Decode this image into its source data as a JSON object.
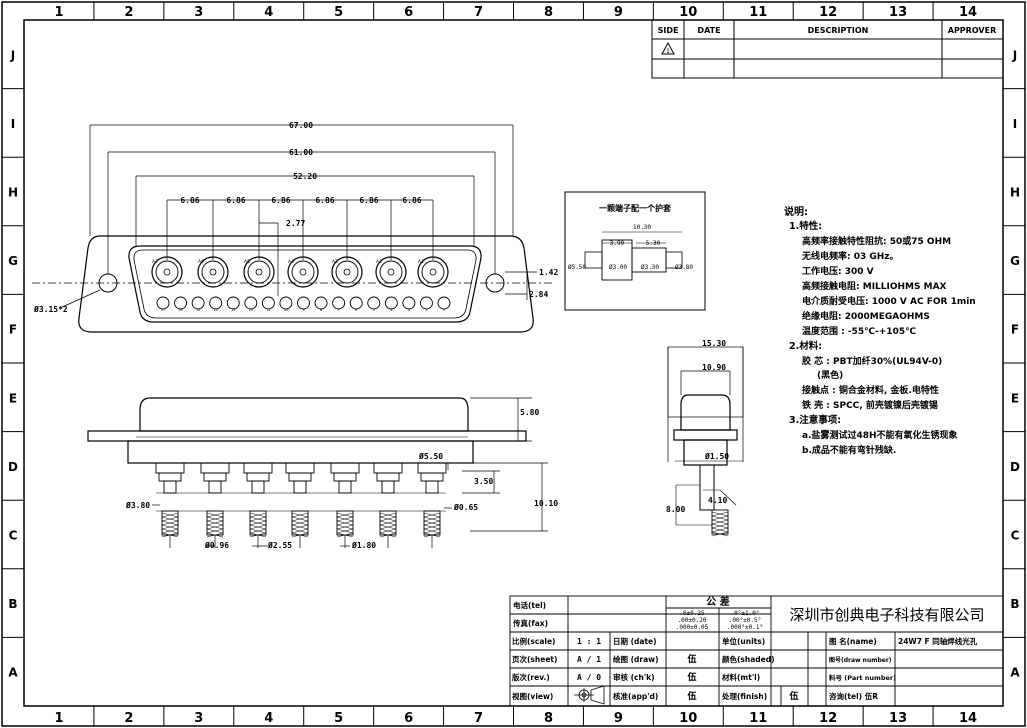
{
  "grid": {
    "cols": [
      "1",
      "2",
      "3",
      "4",
      "5",
      "6",
      "7",
      "8",
      "9",
      "10",
      "11",
      "12",
      "13",
      "14"
    ],
    "rows": [
      "J",
      "I",
      "H",
      "G",
      "F",
      "E",
      "D",
      "C",
      "B",
      "A"
    ]
  },
  "revision_table": {
    "headers": [
      "SIDE",
      "DATE",
      "DESCRIPTION",
      "APPROVER"
    ],
    "rev_symbol": "1"
  },
  "front_view": {
    "dims": {
      "overall": "67.00",
      "mounting": "61.00",
      "shell": "52.20",
      "pitch": [
        "6.86",
        "6.86",
        "6.86",
        "6.86",
        "6.86",
        "6.86"
      ],
      "offset": "2.77",
      "hole": "Ø3.15*2",
      "right_a": "1.42",
      "right_b": "2.84"
    },
    "coax_labels": [
      "A7",
      "A6",
      "A5",
      "A4",
      "A3",
      "A2",
      "A1"
    ],
    "signal_labels": [
      "17",
      "16",
      "15",
      "14",
      "13",
      "12",
      "11",
      "10",
      "9",
      "8",
      "7",
      "6",
      "5",
      "4",
      "3",
      "2",
      "1"
    ]
  },
  "side_view": {
    "dims": {
      "height": "5.80",
      "coax_dia": "Ø5.50",
      "pin_len": "3.50",
      "total": "10.10",
      "d1": "Ø3.80",
      "d2": "Ø0.65",
      "d3": "Ø0.96",
      "d4": "Ø2.55",
      "d5": "Ø1.80"
    }
  },
  "detail_box": {
    "title": "一颗端子配一个护套",
    "dims": {
      "w": "10.30",
      "a": "3.90",
      "b": "5.30",
      "c": "Ø5.50",
      "d": "Ø3.00",
      "e": "Ø3.30",
      "f": "Ø3.80"
    }
  },
  "end_view": {
    "dims": {
      "w1": "15.30",
      "w2": "10.90",
      "dia": "Ø1.50",
      "x": "4.10",
      "y": "8.00"
    }
  },
  "notes": {
    "heading": "说明:",
    "lines": [
      "1.特性:",
      "高频率接触特性阻抗: 50或75 OHM",
      "无线电频率: 03 GHz。",
      "工作电压: 300 V",
      "高频接触电阻: MILLIOHMS MAX",
      "电介质耐受电压: 1000 V AC FOR 1min",
      "绝缘电阻: 2000MEGAOHMS",
      "温度范围 : -55℃-+105℃",
      "2.材料:",
      "胶 芯 : PBT加纤30%(UL94V-0)",
      "(黑色)",
      "接触点 : 铜合金材料, 金板.电特性",
      "铁 壳 : SPCC, 前壳镀镍后壳镀锡",
      "3.注意事项:",
      "a.盐雾测试过48H不能有氧化生锈现象",
      "b.成品不能有弯针残缺."
    ]
  },
  "title_block": {
    "tel_label": "电话(tel)",
    "fax_label": "传真(fax)",
    "tolerance_title": "公 差",
    "tol1": [
      ".0±0.25",
      ".00±0.20",
      ".000±0.05"
    ],
    "tol2": [
      ".0°±1.0°",
      ".00°±0.5°",
      ".000°±0.1°"
    ],
    "company": "深圳市创典电子科技有限公司",
    "scale_label": "比例(scale)",
    "scale_value": "1 : 1",
    "date_label": "日期 (date)",
    "unit_label": "单位(units)",
    "name_label": "图 名(name)",
    "name_value": "24W7 F 同轴焊线光孔",
    "sheet_label": "页次(sheet)",
    "sheet_value": "A / 1",
    "drawn_label": "绘图 (draw)",
    "drawn_value": "伍",
    "shaded_label": "颜色(shaded)",
    "drawno_label": "图号(draw number)",
    "rev_label": "版次(rev.)",
    "rev_value": "A / 0",
    "check_label": "审核 (ch'k)",
    "check_value": "伍",
    "material_label": "材料(mt'l)",
    "partno_label": "料号 (Part number)",
    "view_label": "视图(view)",
    "approve_label": "核准(app'd)",
    "approve_value": "伍",
    "finish_label": "处理(finish)",
    "finish_value": "伍",
    "inquiry_label": "咨询(tel) 伍R"
  }
}
